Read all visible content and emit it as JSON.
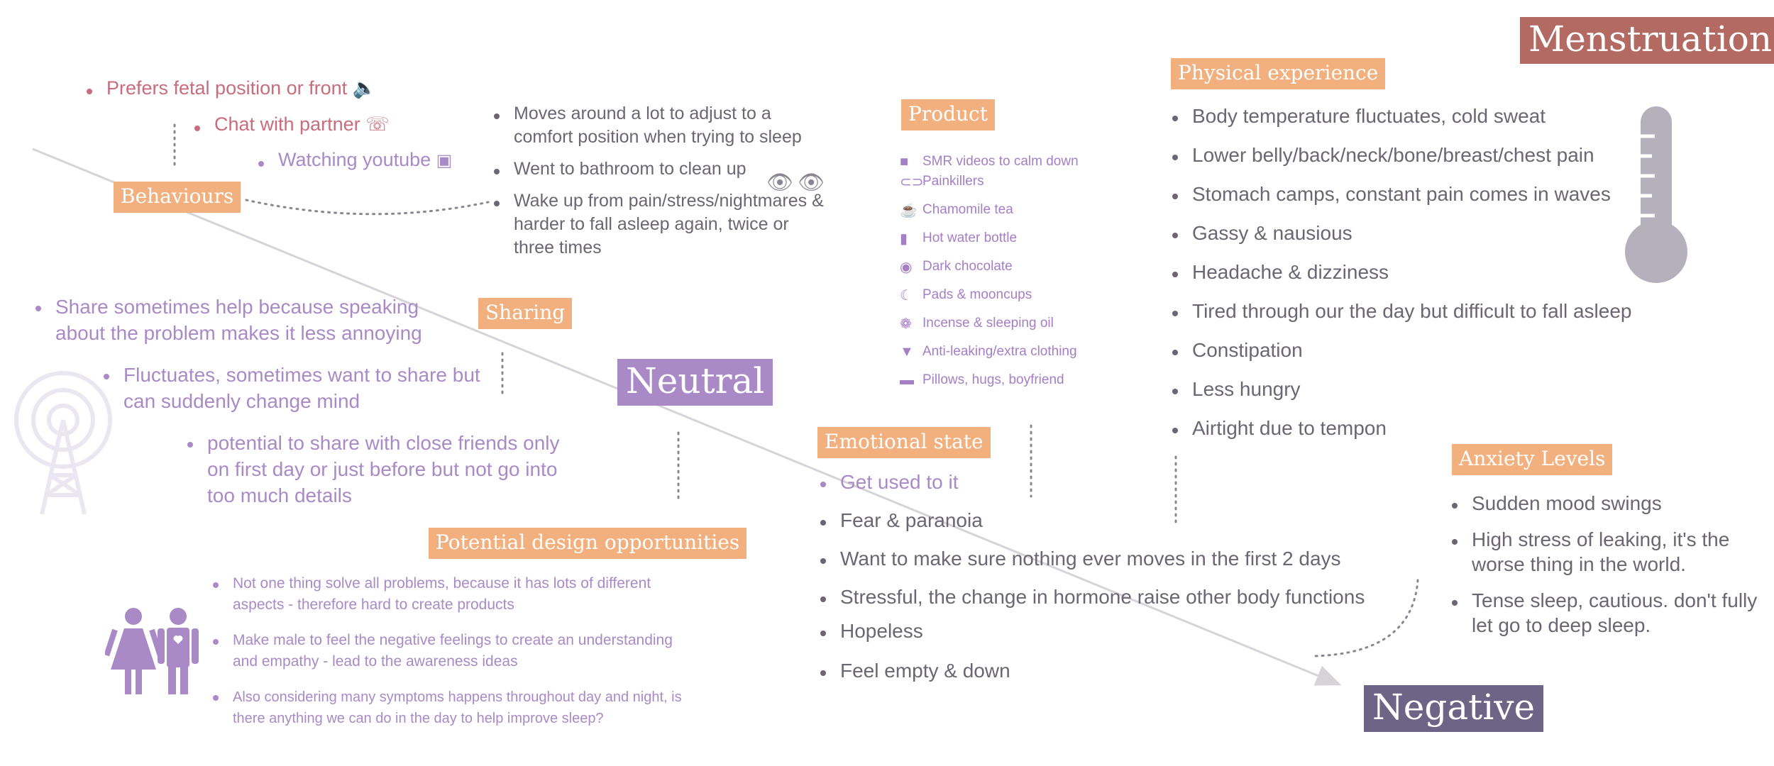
{
  "titles": {
    "menstruation": "Menstruation",
    "neutral": "Neutral",
    "negative": "Negative"
  },
  "sections": {
    "behaviours": {
      "label": "Behaviours",
      "items": [
        "Prefers fetal position or front",
        "Chat with partner",
        "Watching youtube"
      ],
      "details": [
        "Moves around a lot to adjust to a comfort position when trying to sleep",
        "Went to bathroom to clean up",
        "Wake up from pain/stress/nightmares & harder to fall asleep again, twice or three times"
      ]
    },
    "sharing": {
      "label": "Sharing",
      "items": [
        "Share sometimes help because speaking about the problem makes it less annoying",
        "Fluctuates, sometimes want to share but can suddenly change mind",
        "potential to share with close friends only on first day or just before but not go into too much details"
      ]
    },
    "product": {
      "label": "Product",
      "items": [
        {
          "icon": "video-camera-icon",
          "label": "SMR videos to calm down"
        },
        {
          "icon": "pill-icon",
          "label": "Painkillers"
        },
        {
          "icon": "teapot-icon",
          "label": "Chamomile tea"
        },
        {
          "icon": "bottle-icon",
          "label": "Hot water bottle"
        },
        {
          "icon": "chocolate-icon",
          "label": "Dark chocolate"
        },
        {
          "icon": "moon-icon",
          "label": "Pads & mooncups"
        },
        {
          "icon": "incense-icon",
          "label": "Incense & sleeping oil"
        },
        {
          "icon": "underwear-icon",
          "label": "Anti-leaking/extra clothing"
        },
        {
          "icon": "bed-icon",
          "label": "Pillows, hugs, boyfriend"
        }
      ]
    },
    "physical": {
      "label": "Physical experience",
      "items": [
        "Body temperature fluctuates, cold sweat",
        "Lower belly/back/neck/bone/breast/chest pain",
        "Stomach camps, constant pain comes in waves",
        "Gassy & nausious",
        "Headache & dizziness",
        "Tired through our the day but difficult to fall asleep",
        "Constipation",
        "Less hungry",
        "Airtight due to tempon"
      ]
    },
    "emotional": {
      "label": "Emotional state",
      "items": [
        "Get used to it",
        "Fear & paranoia",
        "Want to make sure nothing ever moves in the first 2 days",
        "Stressful, the change in hormone raise other body functions",
        "Hopeless",
        "Feel empty & down"
      ]
    },
    "anxiety": {
      "label": "Anxiety Levels",
      "items": [
        "Sudden mood swings",
        "High stress of leaking, it's the worse thing in the world.",
        "Tense sleep, cautious. don't fully let go to deep sleep."
      ]
    },
    "opportunities": {
      "label": "Potential design opportunities",
      "items": [
        "Not one thing solve all problems, because it has lots of different aspects - therefore hard to create products",
        "Make male to feel the negative feelings to create an understanding and empathy -  lead to the awareness ideas",
        "Also considering many symptoms happens throughout day and night, is there anything we can do in the day to help improve sleep?"
      ]
    }
  },
  "colors": {
    "accent_tag": "#f3b07f",
    "menstruation": "#b26a63",
    "neutral": "#a98ac6",
    "negative": "#6d6585",
    "icon_gray": "#b4b1bd"
  }
}
